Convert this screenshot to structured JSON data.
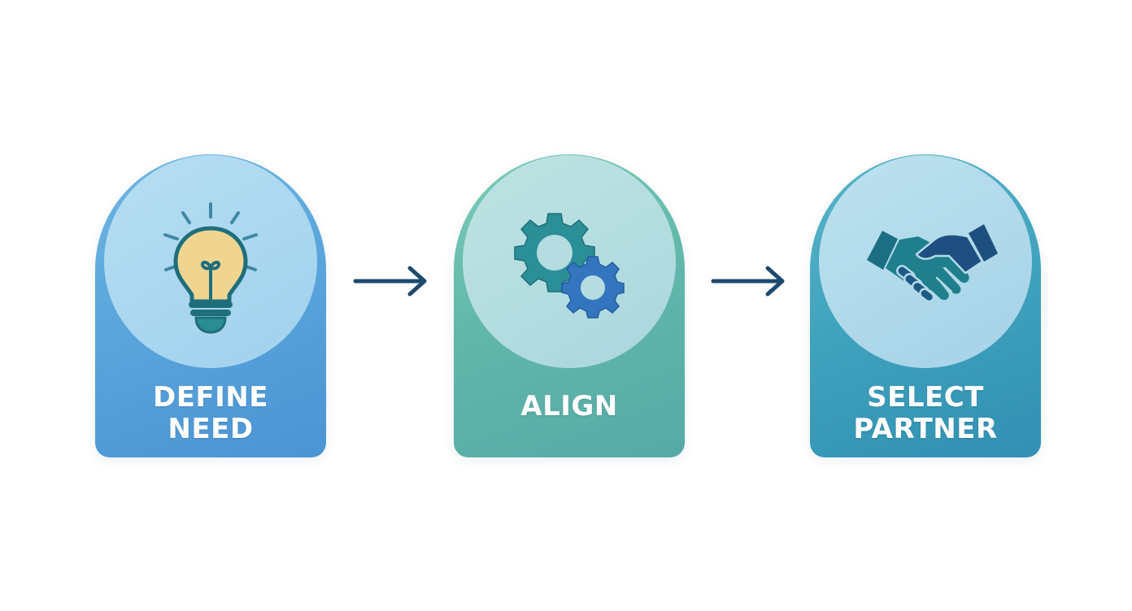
{
  "steps": [
    {
      "lines": [
        "DEFINE",
        "NEED"
      ],
      "icon": "lightbulb-icon",
      "color": "#5aa6dc"
    },
    {
      "lines": [
        "ALIGN"
      ],
      "icon": "gears-icon",
      "color": "#62b8aa"
    },
    {
      "lines": [
        "SELECT",
        "PARTNER"
      ],
      "icon": "handshake-icon",
      "color": "#3fa2bd"
    }
  ],
  "arrow_color": "#1d4a6e",
  "connectors": [
    "arrow-right-icon",
    "arrow-right-icon"
  ]
}
